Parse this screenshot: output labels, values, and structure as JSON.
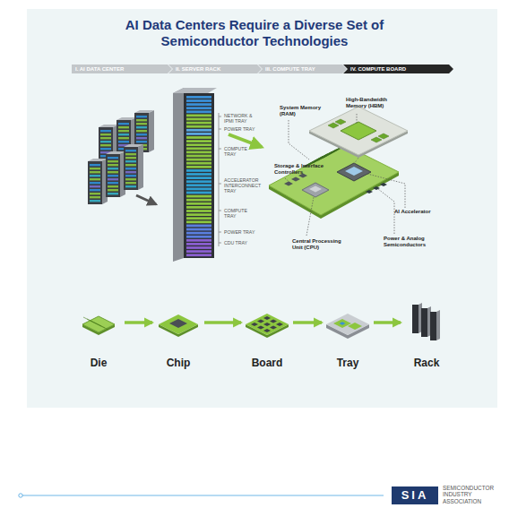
{
  "diagram": {
    "title": "AI Data Centers Require a Diverse Set of Semiconductor Technologies",
    "nodes": [
      {
        "text": [
          "I. AI DATA CENTER"
        ]
      },
      {
        "text": [
          "II. SERVER RACK"
        ]
      },
      {
        "text": [
          "III. COMPUTE TRAY"
        ]
      },
      {
        "text": [
          "IV. COMPUTE BOARD"
        ]
      },
      {
        "text": [
          "Die"
        ]
      },
      {
        "text": [
          "Chip"
        ]
      },
      {
        "text": [
          "Board"
        ]
      },
      {
        "text": [
          "Tray"
        ]
      },
      {
        "text": [
          "Rack"
        ]
      }
    ],
    "edges": [
      {
        "from": 4,
        "to": 5,
        "arrow": "to"
      },
      {
        "from": 5,
        "to": 6,
        "arrow": "to"
      },
      {
        "from": 6,
        "to": 7,
        "arrow": "to"
      },
      {
        "from": 7,
        "to": 8,
        "arrow": "to"
      }
    ],
    "labels": [
      "NETWORK & IPMI TRAY",
      "POWER TRAY",
      "COMPUTE TRAY",
      "ACCELERATOR INTERCONNECT TRAY",
      "COMPUTE TRAY",
      "POWER TRAY",
      "CDU TRAY",
      "System Memory (RAM)",
      "High-Bandwidth Memory (HBM)",
      "Storage & Interface Controllers",
      "AI Accelerator",
      "Central Processing Unit (CPU)",
      "Power & Analog Semiconductors",
      "SIA",
      "SEMICONDUCTOR INDUSTRY ASSOCIATION"
    ]
  }
}
